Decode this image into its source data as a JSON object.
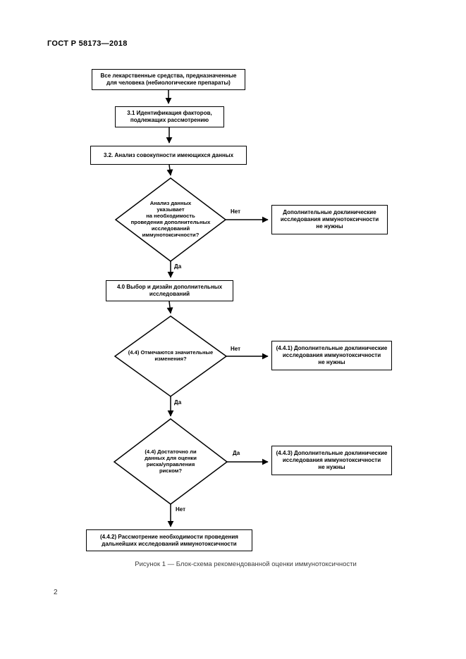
{
  "page": {
    "header": "ГОСТ Р 58173—2018",
    "caption": "Рисунок 1 — Блок-схема рекомендованной оценки иммунотоксичности",
    "page_number": "2"
  },
  "flowchart": {
    "boxes": {
      "start": "Все лекарственные средства, предназначенные\nдля человека (небиологические препараты)",
      "step_3_1": "3.1 Идентификация факторов,\nподлежащих рассмотрению",
      "step_3_2": "3.2. Анализ совокупности имеющихся данных",
      "step_4_0": "4.0 Выбор и дизайн дополнительных\nисследований",
      "final_4_4_2": "(4.4.2) Рассмотрение необходимости проведения\nдальнейших исследований иммунотоксичности",
      "side_no_studies": "Дополнительные доклинические\nисследования иммунотоксичности\nне нужны",
      "side_4_4_1": "(4.4.1) Дополнительные доклинические\nисследования иммунотоксичности\nне нужны",
      "side_4_4_3": "(4.4.3) Дополнительные доклинические\nисследования иммунотоксичности\nне нужны"
    },
    "diamonds": {
      "d1": "Анализ данных\nуказывает\nна необходимость\nпроведения дополнительных\nисследований\nиммунотоксичности?",
      "d2": "(4.4) Отмечаются значительные\nизменения?",
      "d3": "(4.4) Достаточно ли\nданных для оценки\nриска/управления\nриском?"
    },
    "labels": {
      "yes": "Да",
      "no": "Нет"
    },
    "colors": {
      "line": "#000000",
      "box_background": "#ffffff"
    }
  }
}
